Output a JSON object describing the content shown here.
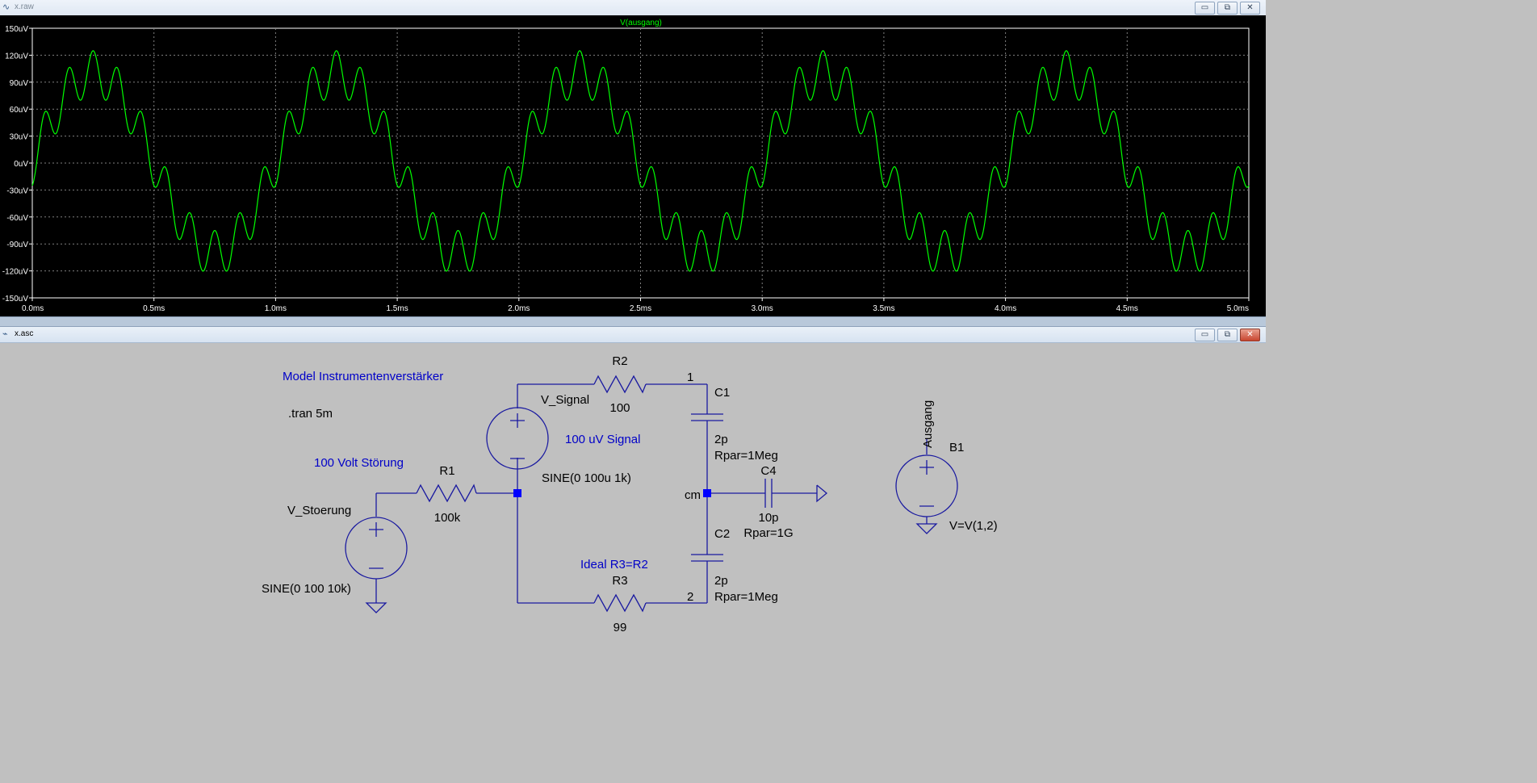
{
  "plot_window": {
    "title": "x.raw",
    "trace_label": "V(ausgang)",
    "buttons": {
      "minimize": "▭",
      "restore": "⧉",
      "close": "✕"
    }
  },
  "schematic_window": {
    "title": "x.asc",
    "buttons": {
      "minimize": "▭",
      "restore": "⧉",
      "close": "✕"
    }
  },
  "chart_data": {
    "type": "line",
    "title": "V(ausgang)",
    "xlabel": "",
    "ylabel": "",
    "xlim": [
      0,
      5
    ],
    "ylim": [
      -150,
      150
    ],
    "x_ticks": [
      "0.0ms",
      "0.5ms",
      "1.0ms",
      "1.5ms",
      "2.0ms",
      "2.5ms",
      "3.0ms",
      "3.5ms",
      "4.0ms",
      "4.5ms",
      "5.0ms"
    ],
    "y_ticks": [
      "150uV",
      "120uV",
      "90uV",
      "60uV",
      "30uV",
      "0uV",
      "-30uV",
      "-60uV",
      "-90uV",
      "-120uV",
      "-150uV"
    ],
    "grid": true,
    "background": "#000000",
    "series": [
      {
        "name": "V(ausgang)",
        "color": "#00ff00",
        "fundamental_freq_khz": 1,
        "fundamental_amp_uv": 100,
        "interference_freq_khz": 10,
        "interference_amp_uv": 25
      }
    ]
  },
  "schematic": {
    "wire_color": "#1a1aa0",
    "components": {
      "R2": {
        "name": "R2",
        "value": "100"
      },
      "R1": {
        "name": "R1",
        "value": "100k"
      },
      "R3": {
        "name": "R3",
        "value": "99"
      },
      "C1": {
        "name": "C1",
        "value": "2p",
        "rpar": "Rpar=1Meg"
      },
      "C2": {
        "name": "C2",
        "value": "2p",
        "rpar": "Rpar=1Meg"
      },
      "C4": {
        "name": "C4",
        "value": "10p",
        "rpar": "Rpar=1G"
      },
      "B1": {
        "name": "B1",
        "value": "V=V(1,2)"
      },
      "V_Signal": {
        "name": "V_Signal",
        "value": "SINE(0 100u 1k)"
      },
      "V_Stoerung": {
        "name": "V_Stoerung",
        "value": "SINE(0 100 10k)"
      }
    },
    "net_labels": {
      "n1": "1",
      "n2": "2",
      "cm": "cm",
      "ausgang": "Ausgang"
    },
    "comments": {
      "model": "Model Instrumentenverstärker",
      "tran": ".tran 5m",
      "stoerung": "100 Volt Störung",
      "signal": "100 uV Signal",
      "ideal": "Ideal R3=R2"
    }
  }
}
